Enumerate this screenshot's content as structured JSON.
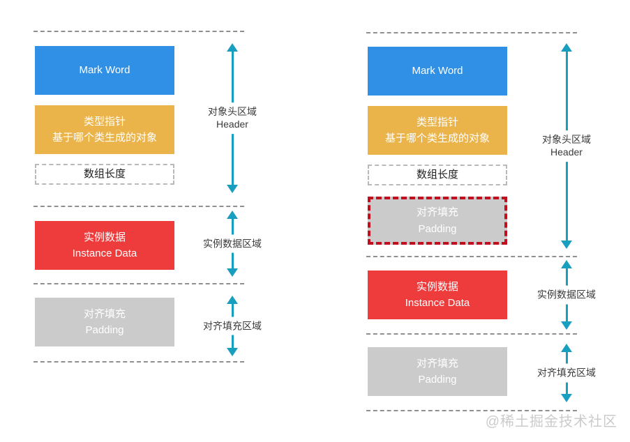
{
  "watermark": "@稀土掘金技术社区",
  "colors": {
    "mark_word_blue": "#2F90E6",
    "type_pointer_yellow": "#EBB44A",
    "instance_data_red": "#EE3B3C",
    "padding_gray": "#CBCBCB",
    "arrow_teal": "#189EBE",
    "highlight_border_red": "#C0101F",
    "separator_gray": "#8F8F8F"
  },
  "left_diagram": {
    "mark_word": "Mark Word",
    "type_pointer_line1": "类型指针",
    "type_pointer_line2": "基于哪个类生成的对象",
    "array_length": "数组长度",
    "instance_data_line1": "实例数据",
    "instance_data_line2": "Instance Data",
    "padding_line1": "对齐填充",
    "padding_line2": "Padding",
    "header_region_line1": "对象头区域",
    "header_region_line2": "Header",
    "instance_region_label": "实例数据区域",
    "padding_region_label": "对齐填充区域"
  },
  "right_diagram": {
    "mark_word": "Mark Word",
    "type_pointer_line1": "类型指针",
    "type_pointer_line2": "基于哪个类生成的对象",
    "array_length": "数组长度",
    "padding_highlight_line1": "对齐填充",
    "padding_highlight_line2": "Padding",
    "instance_data_line1": "实例数据",
    "instance_data_line2": "Instance Data",
    "padding_line1": "对齐填充",
    "padding_line2": "Padding",
    "header_region_line1": "对象头区域",
    "header_region_line2": "Header",
    "instance_region_label": "实例数据区域",
    "padding_region_label": "对齐填充区域"
  }
}
